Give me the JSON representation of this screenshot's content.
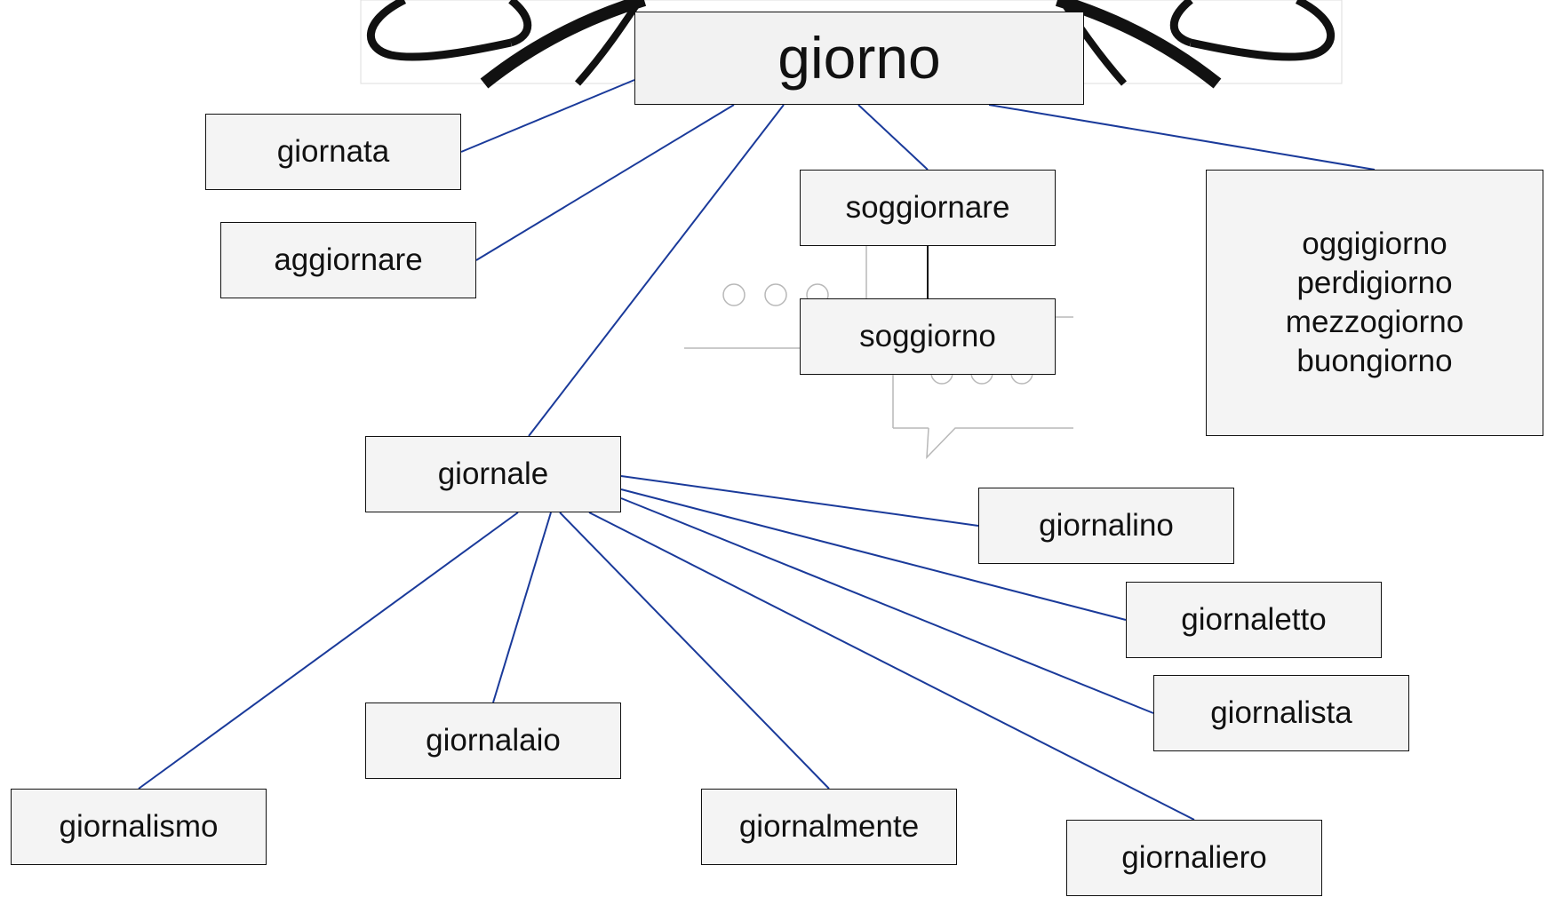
{
  "diagram": {
    "root": {
      "id": "giorno",
      "label": "giorno"
    },
    "nodes": [
      {
        "id": "giornata",
        "label": "giornata"
      },
      {
        "id": "aggiornare",
        "label": "aggiornare"
      },
      {
        "id": "soggiornare",
        "label": "soggiornare"
      },
      {
        "id": "soggiorno",
        "label": "soggiorno"
      },
      {
        "id": "compounds",
        "lines": [
          "oggigiorno",
          "perdigiorno",
          "mezzogiorno",
          "buongiorno"
        ]
      },
      {
        "id": "giornale",
        "label": "giornale"
      },
      {
        "id": "giornalino",
        "label": "giornalino"
      },
      {
        "id": "giornaletto",
        "label": "giornaletto"
      },
      {
        "id": "giornalista",
        "label": "giornalista"
      },
      {
        "id": "giornaliero",
        "label": "giornaliero"
      },
      {
        "id": "giornalmente",
        "label": "giornalmente"
      },
      {
        "id": "giornalaio",
        "label": "giornalaio"
      },
      {
        "id": "giornalismo",
        "label": "giornalismo"
      }
    ],
    "edges": [
      [
        "giorno",
        "giornata"
      ],
      [
        "giorno",
        "aggiornare"
      ],
      [
        "giorno",
        "giornale"
      ],
      [
        "giorno",
        "soggiornare"
      ],
      [
        "giorno",
        "compounds"
      ],
      [
        "soggiornare",
        "soggiorno"
      ],
      [
        "giornale",
        "giornalino"
      ],
      [
        "giornale",
        "giornaletto"
      ],
      [
        "giornale",
        "giornalista"
      ],
      [
        "giornale",
        "giornaliero"
      ],
      [
        "giornale",
        "giornalmente"
      ],
      [
        "giornale",
        "giornalaio"
      ],
      [
        "giornale",
        "giornalismo"
      ]
    ],
    "colors": {
      "edge": "#1a3a9a",
      "box_fill": "#f4f4f4",
      "box_border": "#111111",
      "text": "#111111"
    }
  }
}
